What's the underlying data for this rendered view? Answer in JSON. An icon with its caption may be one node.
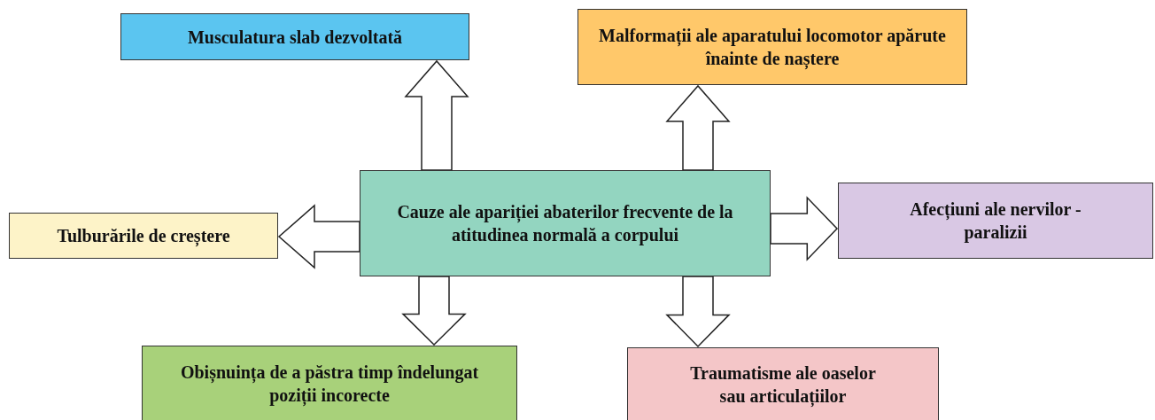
{
  "diagram": {
    "nodes": [
      {
        "text": [
          "Musculatura slab dezvoltată"
        ]
      },
      {
        "text": [
          "Malformații ale aparatului locomotor apărute înainte de naștere"
        ]
      },
      {
        "text": [
          "Tulburările de creștere"
        ]
      },
      {
        "text": [
          "Cauze ale apariției abaterilor frecvente de la atitudinea normală a corpului"
        ]
      },
      {
        "text": [
          "Afecțiuni ale nervilor - paralizii"
        ]
      },
      {
        "text": [
          "Obișnuința de a păstra timp îndelungat poziții incorecte"
        ]
      },
      {
        "text": [
          "Traumatisme ale oaselor sau articulațiilor"
        ]
      }
    ],
    "edges": [
      {
        "from": 3,
        "to": 0,
        "arrow": "to"
      },
      {
        "from": 3,
        "to": 1,
        "arrow": "to"
      },
      {
        "from": 3,
        "to": 2,
        "arrow": "to"
      },
      {
        "from": 3,
        "to": 4,
        "arrow": "to"
      },
      {
        "from": 3,
        "to": 5,
        "arrow": "to"
      },
      {
        "from": 3,
        "to": 6,
        "arrow": "to"
      }
    ]
  }
}
